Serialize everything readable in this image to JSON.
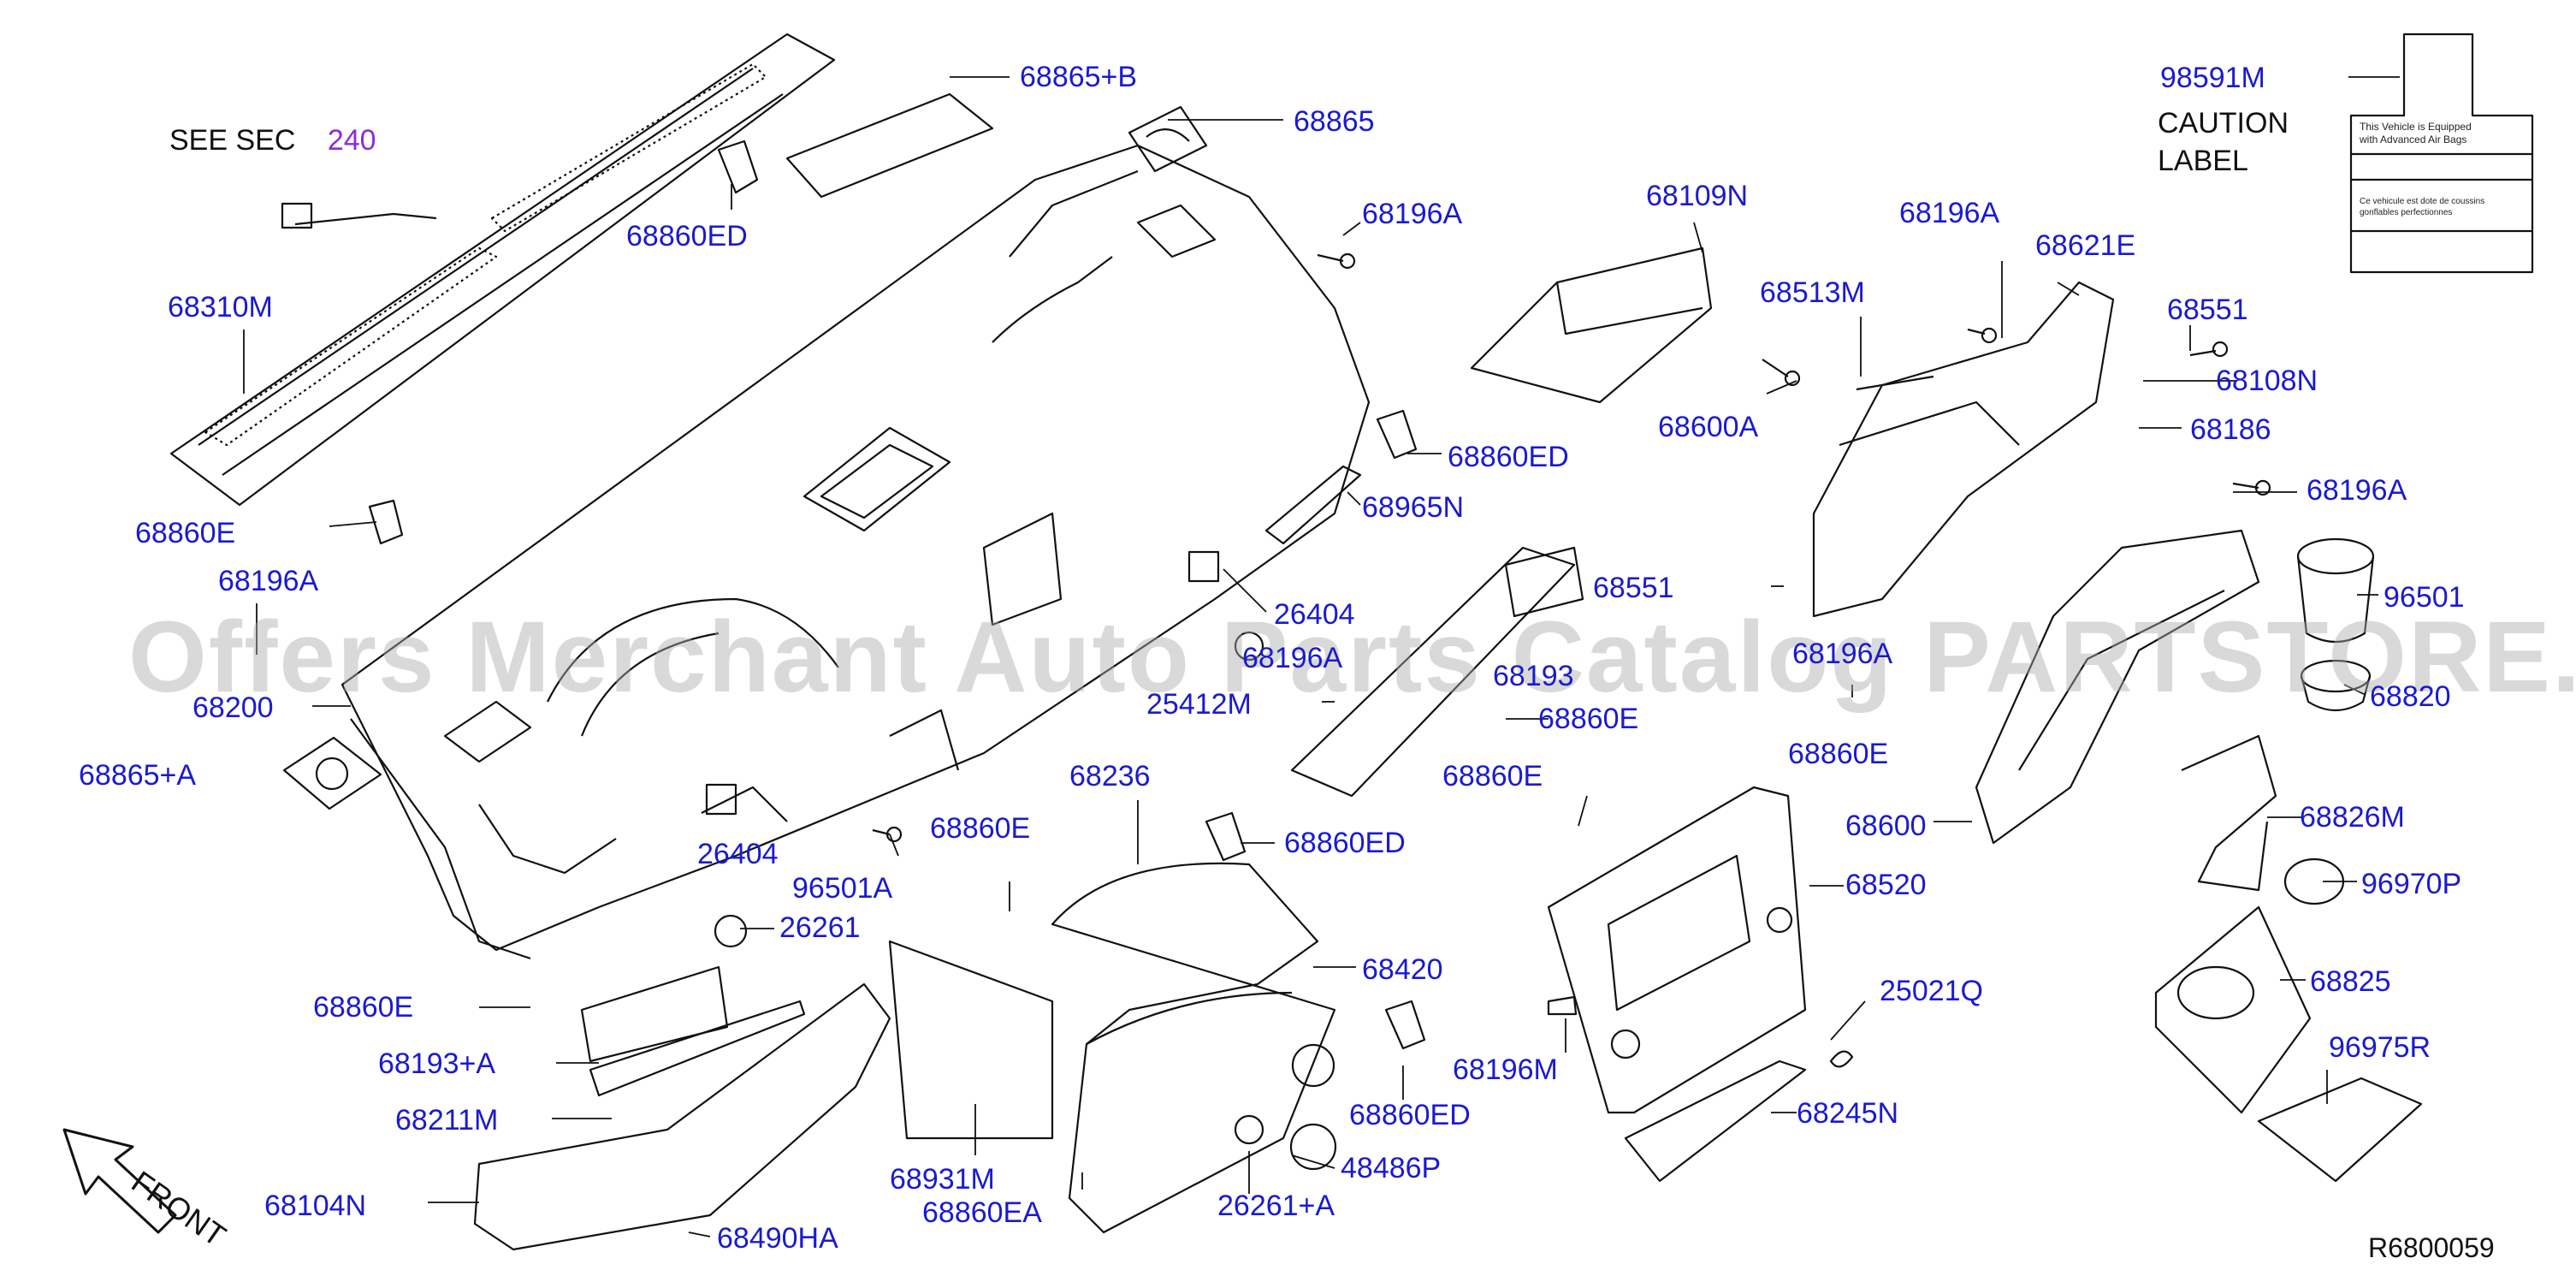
{
  "see_sec": {
    "prefix": "SEE  SEC",
    "number": "240"
  },
  "caution_label": {
    "part": "98591M",
    "line1": "CAUTION",
    "line2": "LABEL",
    "card_en_1": "This   Vehicle   is   Equipped",
    "card_en_2": "with   Advanced   Air   Bags",
    "card_fr_1": "Ce  vehicule  est  dote  de  coussins",
    "card_fr_2": "gonflables   perfectionnes"
  },
  "parts": [
    "68865+B",
    "68865",
    "68860ED",
    "68310M",
    "68196A",
    "68109N",
    "68196A",
    "68621E",
    "68513M",
    "68551",
    "68108N",
    "68600A",
    "68186",
    "68196A",
    "68860ED",
    "68860E",
    "68196A",
    "68965N",
    "26404",
    "68551",
    "96501",
    "68200",
    "25412M",
    "68820",
    "68860E",
    "68860E",
    "68865+A",
    "68236",
    "68860E",
    "68860E",
    "68600",
    "68826M",
    "68860ED",
    "26404",
    "96501A",
    "68520",
    "96970P",
    "26261",
    "68420",
    "68825",
    "68860E",
    "25021Q",
    "68193+A",
    "68196M",
    "96975R",
    "68860ED",
    "68211M",
    "68245N",
    "68931M",
    "48486P",
    "68104N",
    "68860EA",
    "26261+A",
    "68490HA"
  ],
  "partial_labels": [
    "68196A",
    "68193",
    "68196A"
  ],
  "front_label": "FRONT",
  "figure_id": "R6800059",
  "watermark": "Offers Merchant Auto Parts Catalog PARTSTORE.SA",
  "colors": {
    "label": "#1a1ad0",
    "link": "#8a2be2",
    "line": "#111111"
  }
}
